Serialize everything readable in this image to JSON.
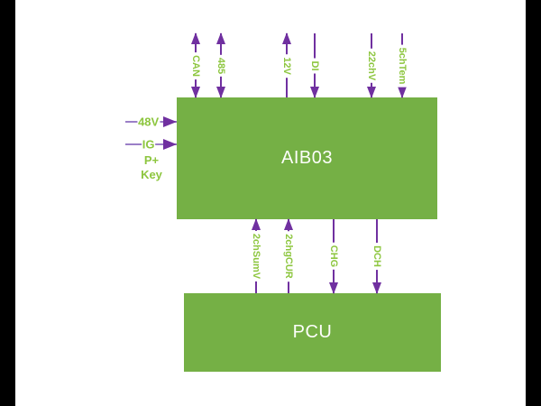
{
  "diagram": {
    "blocks": {
      "aib03": {
        "label": "AIB03"
      },
      "pcu": {
        "label": "PCU"
      }
    },
    "top_connectors": [
      {
        "label": "CAN",
        "direction": "both"
      },
      {
        "label": "485",
        "direction": "both"
      },
      {
        "label": "12V",
        "direction": "up"
      },
      {
        "label": "DI",
        "direction": "down"
      },
      {
        "label": "22chV",
        "direction": "down"
      },
      {
        "label": "5chTem",
        "direction": "down"
      }
    ],
    "middle_connectors": [
      {
        "label": "2chSumV",
        "direction": "up"
      },
      {
        "label": "2chgCUR",
        "direction": "up"
      },
      {
        "label": "CHG",
        "direction": "down"
      },
      {
        "label": "DCH",
        "direction": "down"
      }
    ],
    "left_inputs": [
      {
        "label": "48V"
      },
      {
        "label": "IG"
      }
    ],
    "left_note": {
      "line1": "P+",
      "line2": "Key"
    },
    "colors": {
      "block_green": "#75B045",
      "label_green": "#8DC63F",
      "arrow_purple": "#7030A0",
      "background": "#ffffff",
      "side_bars": "#000000"
    }
  }
}
